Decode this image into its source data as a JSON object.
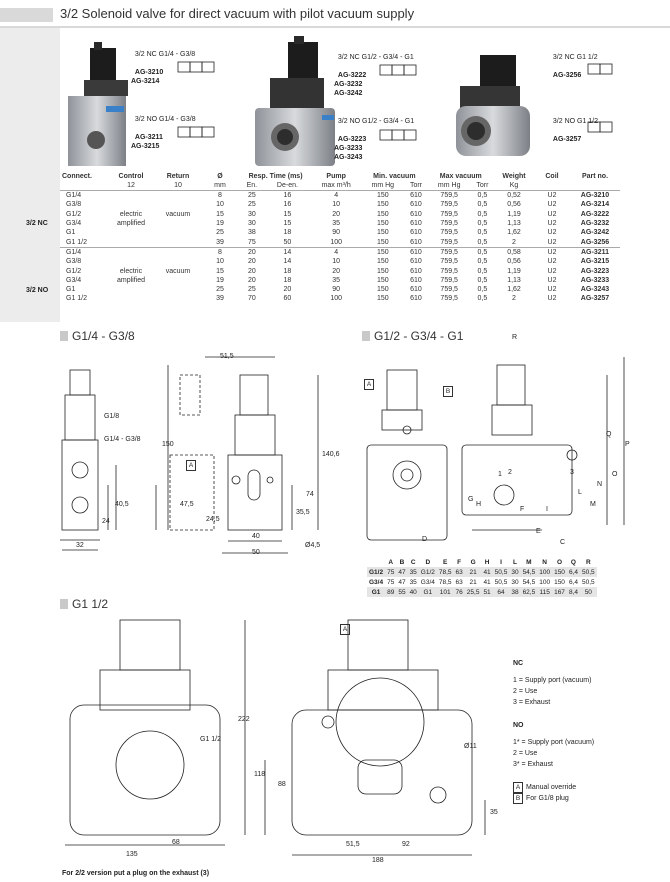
{
  "title": "3/2 Solenoid valve for direct vacuum with pilot vacuum supply",
  "products": {
    "nc_small": {
      "label": "3/2 NC G1/4 - G3/8",
      "codes": [
        "AG-3210",
        "AG-3214"
      ]
    },
    "no_small": {
      "label": "3/2 NO G1/4 - G3/8",
      "codes": [
        "AG-3211",
        "AG-3215"
      ]
    },
    "nc_mid": {
      "label": "3/2 NC G1/2 - G3/4 - G1",
      "codes": [
        "AG-3222",
        "AG-3232",
        "AG-3242"
      ]
    },
    "no_mid": {
      "label": "3/2 NO G1/2 - G3/4 - G1",
      "codes": [
        "AG-3223",
        "AG-3233",
        "AG-3243"
      ]
    },
    "nc_large": {
      "label": "3/2 NC G1 1/2",
      "codes": [
        "AG-3256"
      ]
    },
    "no_large": {
      "label": "3/2 NO G1 1/2",
      "codes": [
        "AG-3257"
      ]
    }
  },
  "table": {
    "headers": {
      "connect": "Connect.",
      "control": "Control",
      "control_sub": "12",
      "return": "Return",
      "return_sub": "10",
      "dia": "Ø",
      "dia_sub": "mm",
      "resp": "Resp. Time (ms)",
      "resp_en": "En.",
      "resp_de": "De-en.",
      "pump": "Pump",
      "pump_sub": "max m³/h",
      "minvac": "Min. vacuum",
      "maxvac": "Max vacuum",
      "mmhg": "mm Hg",
      "torr": "Torr",
      "weight": "Weight",
      "weight_sub": "Kg",
      "coil": "Coil",
      "part": "Part no."
    },
    "groups": [
      {
        "label": "3/2 NC",
        "control": "electric\namplified",
        "return": "vacuum",
        "rows": [
          [
            "G1/4",
            "8",
            "25",
            "16",
            "4",
            "150",
            "610",
            "759,5",
            "0,5",
            "0,52",
            "U2",
            "AG-3210"
          ],
          [
            "G3/8",
            "10",
            "25",
            "16",
            "10",
            "150",
            "610",
            "759,5",
            "0,5",
            "0,56",
            "U2",
            "AG-3214"
          ],
          [
            "G1/2",
            "15",
            "30",
            "15",
            "20",
            "150",
            "610",
            "759,5",
            "0,5",
            "1,19",
            "U2",
            "AG-3222"
          ],
          [
            "G3/4",
            "19",
            "30",
            "15",
            "35",
            "150",
            "610",
            "759,5",
            "0,5",
            "1,13",
            "U2",
            "AG-3232"
          ],
          [
            "G1",
            "25",
            "38",
            "18",
            "90",
            "150",
            "610",
            "759,5",
            "0,5",
            "1,62",
            "U2",
            "AG-3242"
          ],
          [
            "G1 1/2",
            "39",
            "75",
            "50",
            "100",
            "150",
            "610",
            "759,5",
            "0,5",
            "2",
            "U2",
            "AG-3256"
          ]
        ]
      },
      {
        "label": "3/2 NO",
        "control": "electric\namplified",
        "return": "vacuum",
        "rows": [
          [
            "G1/4",
            "8",
            "20",
            "14",
            "4",
            "150",
            "610",
            "759,5",
            "0,5",
            "0,58",
            "U2",
            "AG-3211"
          ],
          [
            "G3/8",
            "10",
            "20",
            "14",
            "10",
            "150",
            "610",
            "759,5",
            "0,5",
            "0,56",
            "U2",
            "AG-3215"
          ],
          [
            "G1/2",
            "15",
            "20",
            "18",
            "20",
            "150",
            "610",
            "759,5",
            "0,5",
            "1,19",
            "U2",
            "AG-3223"
          ],
          [
            "G3/4",
            "19",
            "20",
            "18",
            "35",
            "150",
            "610",
            "759,5",
            "0,5",
            "1,13",
            "U2",
            "AG-3233"
          ],
          [
            "G1",
            "25",
            "25",
            "20",
            "90",
            "150",
            "610",
            "759,5",
            "0,5",
            "1,62",
            "U2",
            "AG-3243"
          ],
          [
            "G1 1/2",
            "39",
            "70",
            "60",
            "100",
            "150",
            "610",
            "759,5",
            "0,5",
            "2",
            "U2",
            "AG-3257"
          ]
        ]
      }
    ]
  },
  "sections": {
    "small": "G1/4 - G3/8",
    "mid": "G1/2 - G3/4 - G1",
    "large": "G1 1/2"
  },
  "dims_small": {
    "d1": "51,5",
    "d2": "150",
    "d3": "140,6",
    "d4": "47,5",
    "d5": "24,5",
    "d6": "35,5",
    "d7": "74",
    "d8": "40",
    "d9": "50",
    "d10": "Ø4,5",
    "d11": "40,5",
    "d12": "24",
    "d13": "32",
    "g1": "G1/8",
    "g2": "G1/4 - G3/8",
    "a": "A"
  },
  "dims_mid": {
    "a": "A",
    "b": "B",
    "letters": [
      "R",
      "Q",
      "P",
      "O",
      "N",
      "M",
      "L",
      "D",
      "E",
      "C",
      "F",
      "G",
      "H",
      "I"
    ],
    "ports": [
      "1",
      "2",
      "3"
    ]
  },
  "dims_table": {
    "header": [
      "",
      "A",
      "B",
      "C",
      "D",
      "E",
      "F",
      "G",
      "H",
      "I",
      "L",
      "M",
      "N",
      "O",
      "Q",
      "R"
    ],
    "rows": [
      [
        "G1/2",
        "75",
        "47",
        "35",
        "G1/2",
        "78,5",
        "63",
        "21",
        "41",
        "50,5",
        "30",
        "54,5",
        "100",
        "150",
        "6,4",
        "50,5"
      ],
      [
        "G3/4",
        "75",
        "47",
        "35",
        "G3/4",
        "78,5",
        "63",
        "21",
        "41",
        "50,5",
        "30",
        "54,5",
        "100",
        "150",
        "6,4",
        "50,5"
      ],
      [
        "G1",
        "89",
        "55",
        "40",
        "G1",
        "101",
        "76",
        "25,5",
        "51",
        "64",
        "38",
        "62,5",
        "115",
        "167",
        "8,4",
        "50"
      ]
    ]
  },
  "dims_large": {
    "g": "G1 1/2",
    "w1": "135",
    "w2": "68",
    "h1": "118",
    "h2": "88",
    "h3": "222",
    "a": "A",
    "d": "Ø11",
    "w3": "51,5",
    "w4": "92",
    "w5": "188",
    "h4": "35"
  },
  "legend": {
    "nc_title": "NC",
    "nc_items": [
      "1 = Supply port (vacuum)",
      "2 = Use",
      "3 = Exhaust"
    ],
    "no_title": "NO",
    "no_items": [
      "1* = Supply port (vacuum)",
      "2 = Use",
      "3* = Exhaust"
    ],
    "a_key": "A",
    "a_text": "Manual override",
    "b_key": "B",
    "b_text": "For G1/8 plug"
  },
  "footnote": "For 2/2 version put a plug on the exhaust (3)"
}
